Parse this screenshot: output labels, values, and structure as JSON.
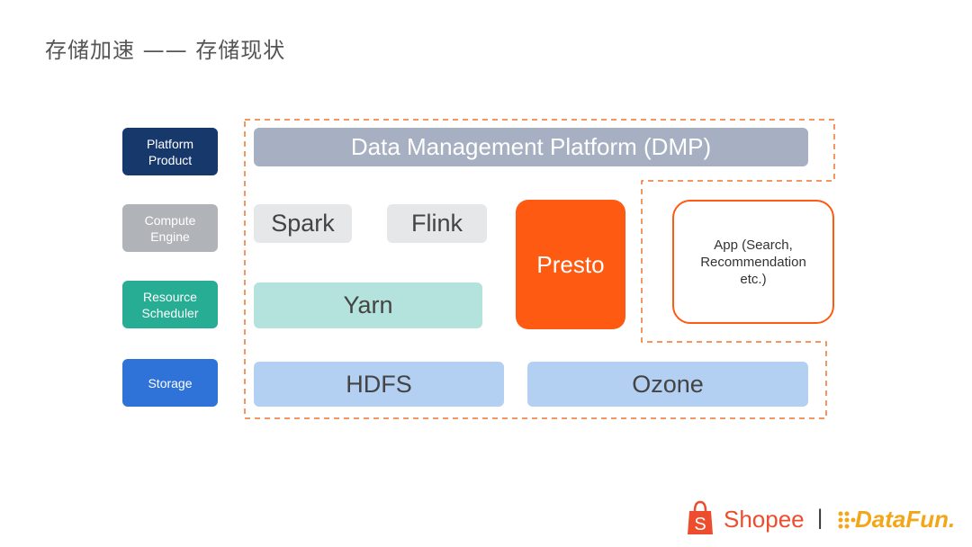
{
  "title": "存储加速 —— 存储现状",
  "layers": {
    "platform": "Platform\nProduct",
    "compute": "Compute\nEngine",
    "resource": "Resource\nScheduler",
    "storage": "Storage"
  },
  "components": {
    "dmp": "Data Management Platform (DMP)",
    "spark": "Spark",
    "flink": "Flink",
    "presto": "Presto",
    "app": "App (Search,\nRecommendation\netc.)",
    "yarn": "Yarn",
    "hdfs": "HDFS",
    "ozone": "Ozone"
  },
  "footer": {
    "shopee": "Shopee",
    "separator": "|",
    "datafun": "DataFun."
  },
  "colors": {
    "platform": "#17386b",
    "compute": "#b0b3b8",
    "resource": "#27ad94",
    "storage": "#2f73d8",
    "dmp": "#a6b0c2",
    "engine_box": "#e6e7e9",
    "yarn": "#b3e3dc",
    "storage_box": "#b3cff2",
    "presto": "#fe5a12",
    "dashed": "#f2742e",
    "shopee": "#ee4d2d",
    "datafun": "#f3a618"
  }
}
